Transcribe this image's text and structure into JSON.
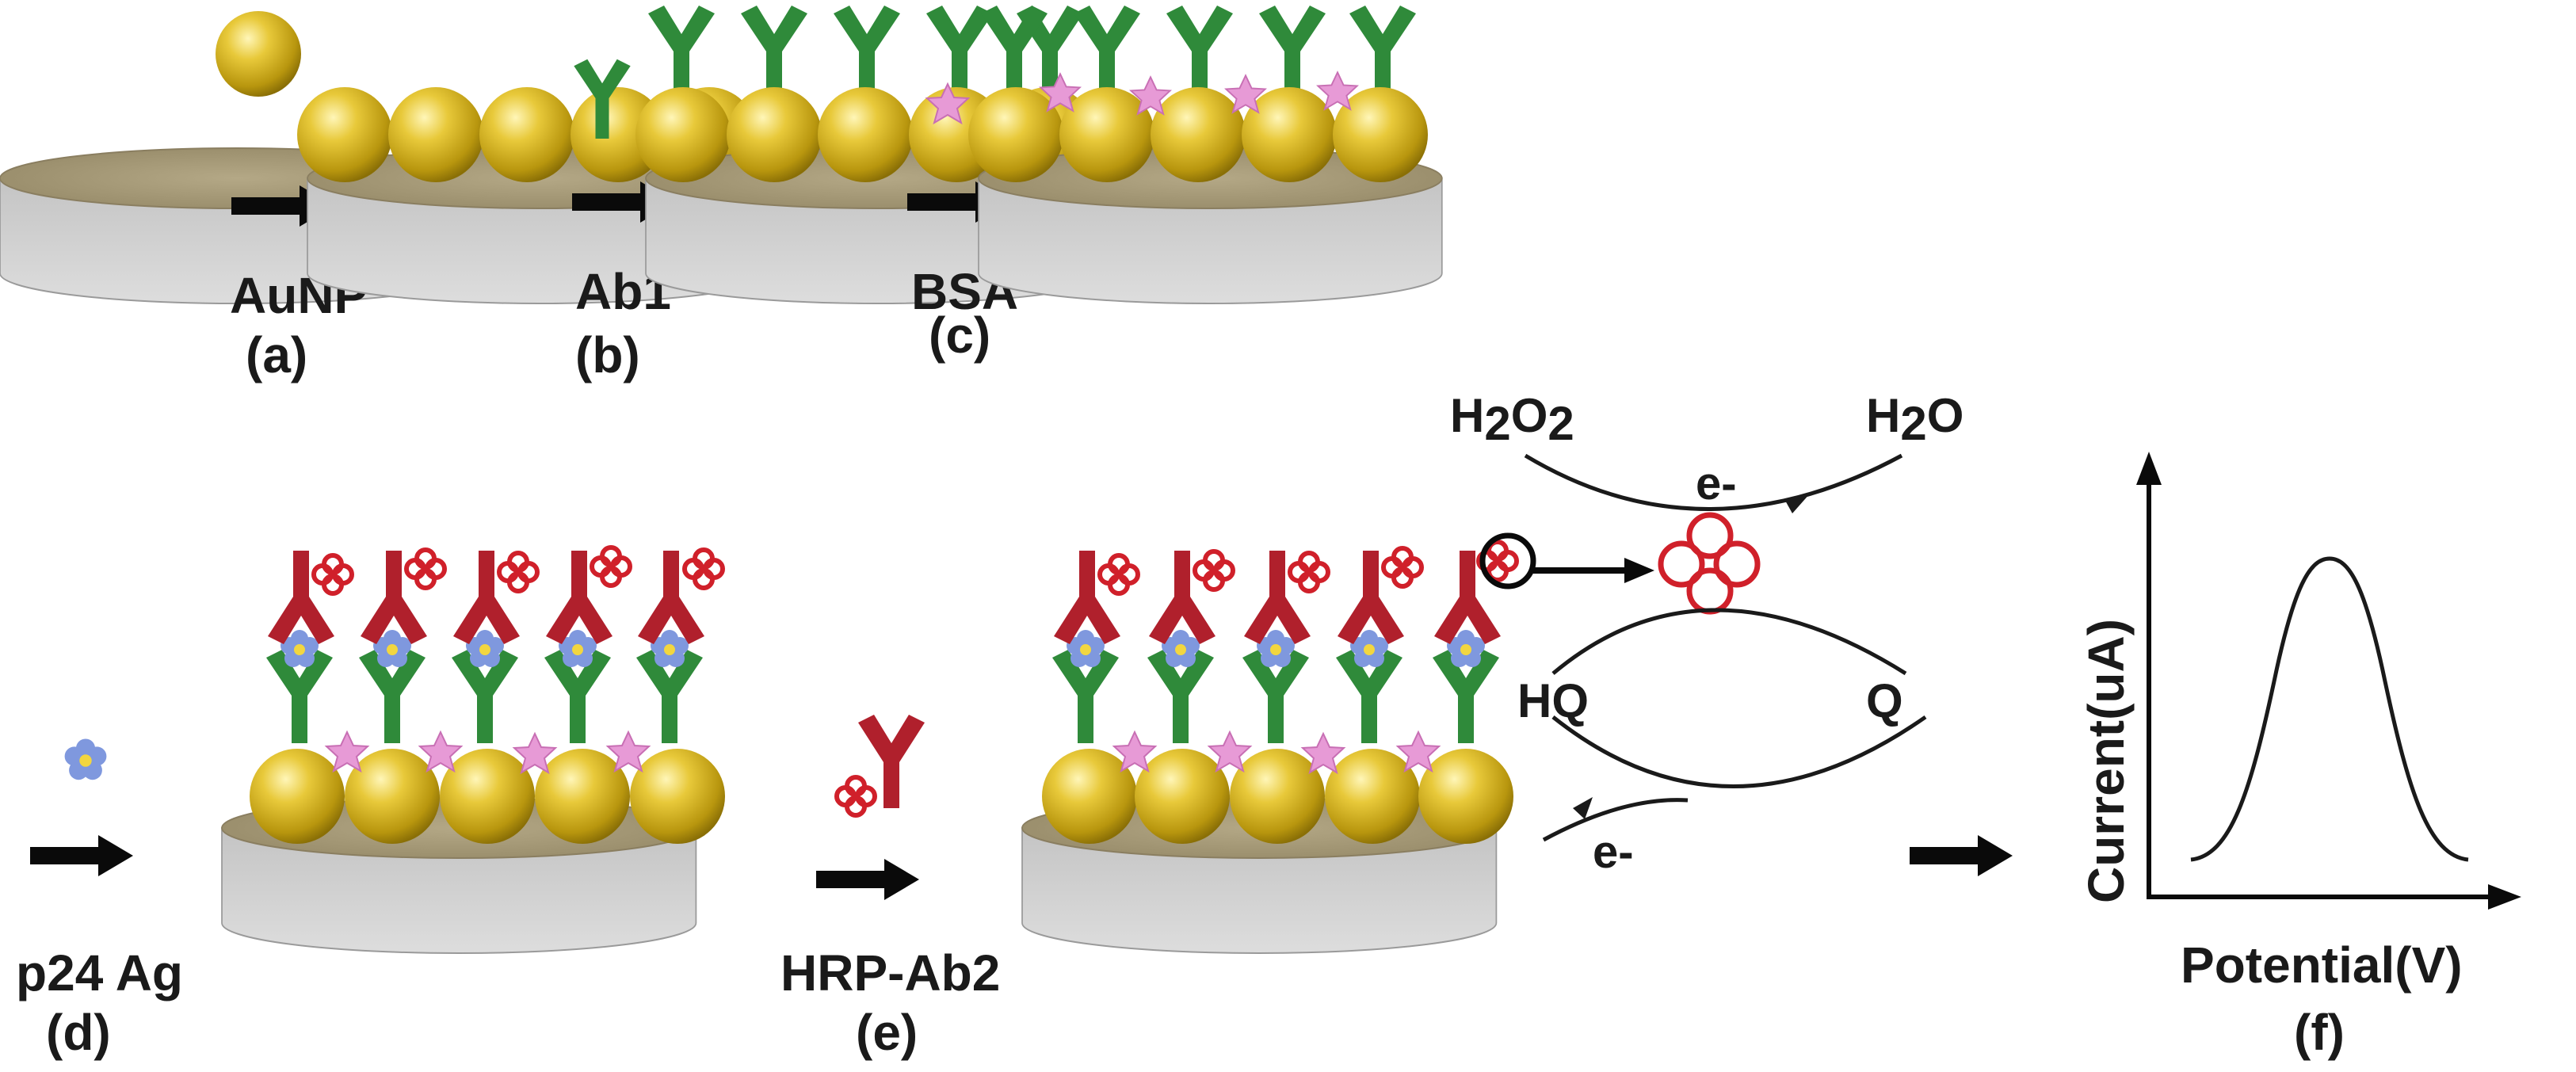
{
  "colors": {
    "gold": "#d4b21f",
    "substrate_top": "#a89c7a",
    "substrate_side": "#cfcfcf",
    "ab1_green": "#2f8a3a",
    "ab2_red": "#b0202c",
    "bsa_pink": "#e79ad6",
    "antigen_blue": "#7f98de",
    "arrow": "#0a0a0a"
  },
  "steps": {
    "a": {
      "reagent": "AuNP",
      "letter": "(a)"
    },
    "b": {
      "reagent": "Ab1",
      "letter": "(b)"
    },
    "c": {
      "reagent": "BSA",
      "letter": "(c)"
    },
    "d": {
      "reagent": "p24 Ag",
      "letter": "(d)"
    },
    "e": {
      "reagent": "HRP-Ab2",
      "letter": "(e)"
    },
    "f": {
      "letter": "(f)"
    }
  },
  "reaction": {
    "h2o2": "H",
    "h2o2_sub1": "2",
    "h2o2_mid": "O",
    "h2o2_sub2": "2",
    "h2o": "H",
    "h2o_sub": "2",
    "h2o_end": "O",
    "electron_top": "e-",
    "hq": "HQ",
    "q": "Q",
    "electron_bottom": "e-"
  },
  "plot": {
    "ylabel": "Current(uA)",
    "xlabel": "Potential(V)",
    "curve": "gaussian peak"
  },
  "icons": [
    "gold-nanoparticle-icon",
    "ab1-antibody-icon",
    "bsa-star-icon",
    "p24-antigen-icon",
    "hrp-ab2-conjugate-icon",
    "hrp-enzyme-icon"
  ]
}
